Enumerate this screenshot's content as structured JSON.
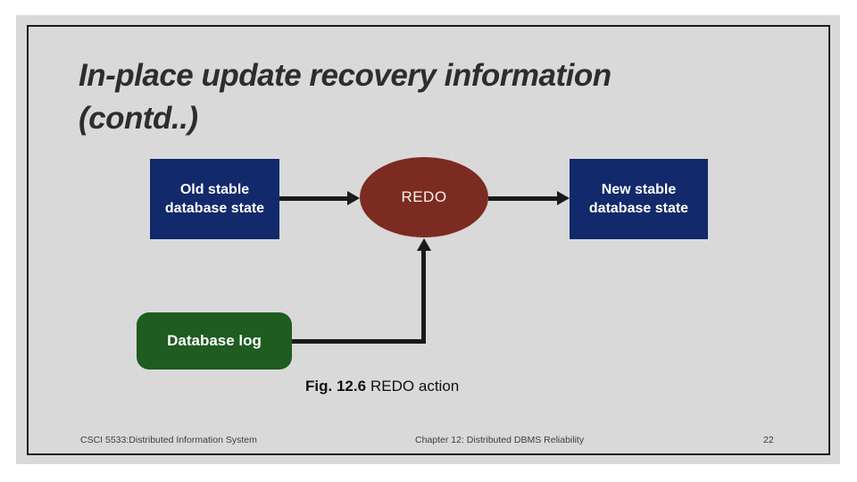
{
  "slide": {
    "title": {
      "line1": "In-place update recovery information",
      "line2": "(contd..)"
    },
    "diagram": {
      "nodes": {
        "old_state": {
          "label": "Old stable\ndatabase state",
          "color": "#12296b"
        },
        "redo": {
          "label": "REDO",
          "color": "#7c2b21"
        },
        "new_state": {
          "label": "New stable\ndatabase state",
          "color": "#12296b"
        },
        "db_log": {
          "label": "Database log",
          "color": "#1e5c20"
        }
      },
      "arrows": [
        {
          "from": "old_state",
          "to": "redo"
        },
        {
          "from": "redo",
          "to": "new_state"
        },
        {
          "from": "db_log",
          "to": "redo"
        }
      ]
    },
    "caption": {
      "fig_label": "Fig. 12.6",
      "text": "REDO action"
    },
    "footer": {
      "course": "CSCI 5533:Distributed Information System",
      "chapter": "Chapter 12: Distributed DBMS Reliability",
      "page_number": "22"
    },
    "colors": {
      "slide_background": "#d9d9d9",
      "frame_border": "#1c1c1c",
      "arrow": "#1a1a1a",
      "title_text": "#2d2d2d"
    }
  }
}
